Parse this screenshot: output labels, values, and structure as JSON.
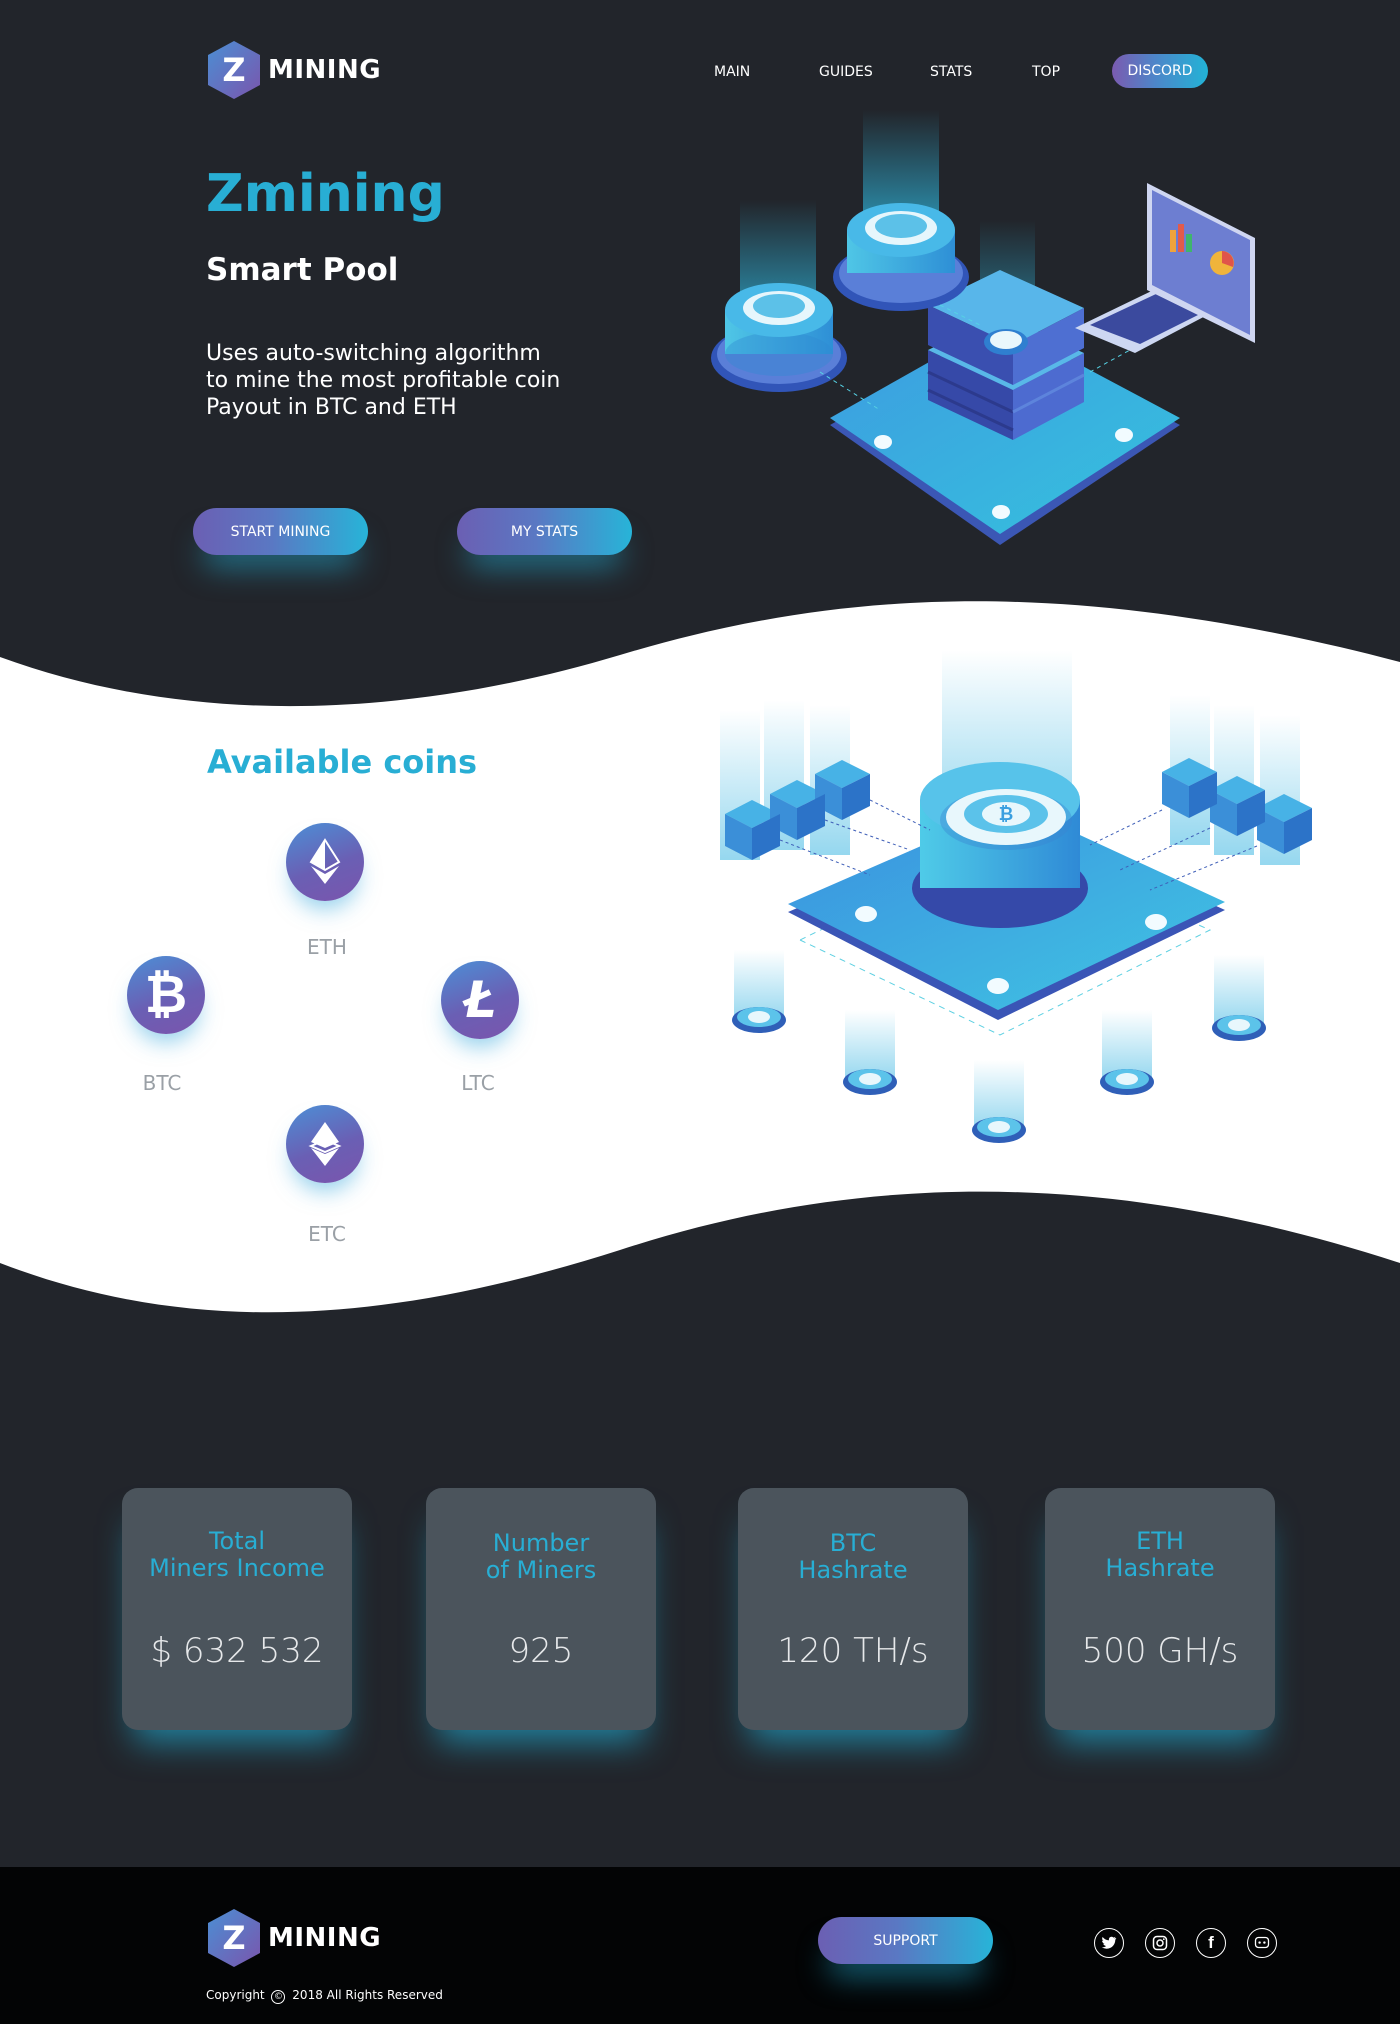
{
  "brand": {
    "logo_letter": "Z",
    "name": "MINING"
  },
  "nav": {
    "main": "MAIN",
    "guides": "GUIDES",
    "stats": "STATS",
    "top": "TOP",
    "discord": "DISCORD"
  },
  "hero": {
    "title": "Zmining",
    "subtitle": "Smart Pool",
    "description": [
      "Uses auto-switching algorithm",
      "to mine the most profitable coin",
      "Payout in BTC and ETH"
    ],
    "start_mining": "START MINING",
    "my_stats": "MY STATS"
  },
  "coins": {
    "title": "Available coins",
    "eth": "ETH",
    "btc": "BTC",
    "ltc": "LTC",
    "etc": "ETC"
  },
  "stats": [
    {
      "title_1": "Total",
      "title_2": "Miners Income",
      "value": "$ 632 532"
    },
    {
      "title_1": "Number",
      "title_2": "of Miners",
      "value": "925"
    },
    {
      "title_1": "BTC",
      "title_2": "Hashrate",
      "value": "120 TH/s"
    },
    {
      "title_1": "ETH",
      "title_2": "Hashrate",
      "value": "500 GH/s"
    }
  ],
  "footer": {
    "support": "SUPPORT",
    "copyright_prefix": "Copyright",
    "copyright_symbol": "©",
    "copyright_rest": "2018  All Rights Reserved",
    "social_icons": [
      "twitter-icon",
      "instagram-icon",
      "facebook-icon",
      "discord-icon"
    ]
  },
  "colors": {
    "background": "#22252b",
    "accent": "#28aed4",
    "card": "#4b545c",
    "footer": "#030405"
  }
}
